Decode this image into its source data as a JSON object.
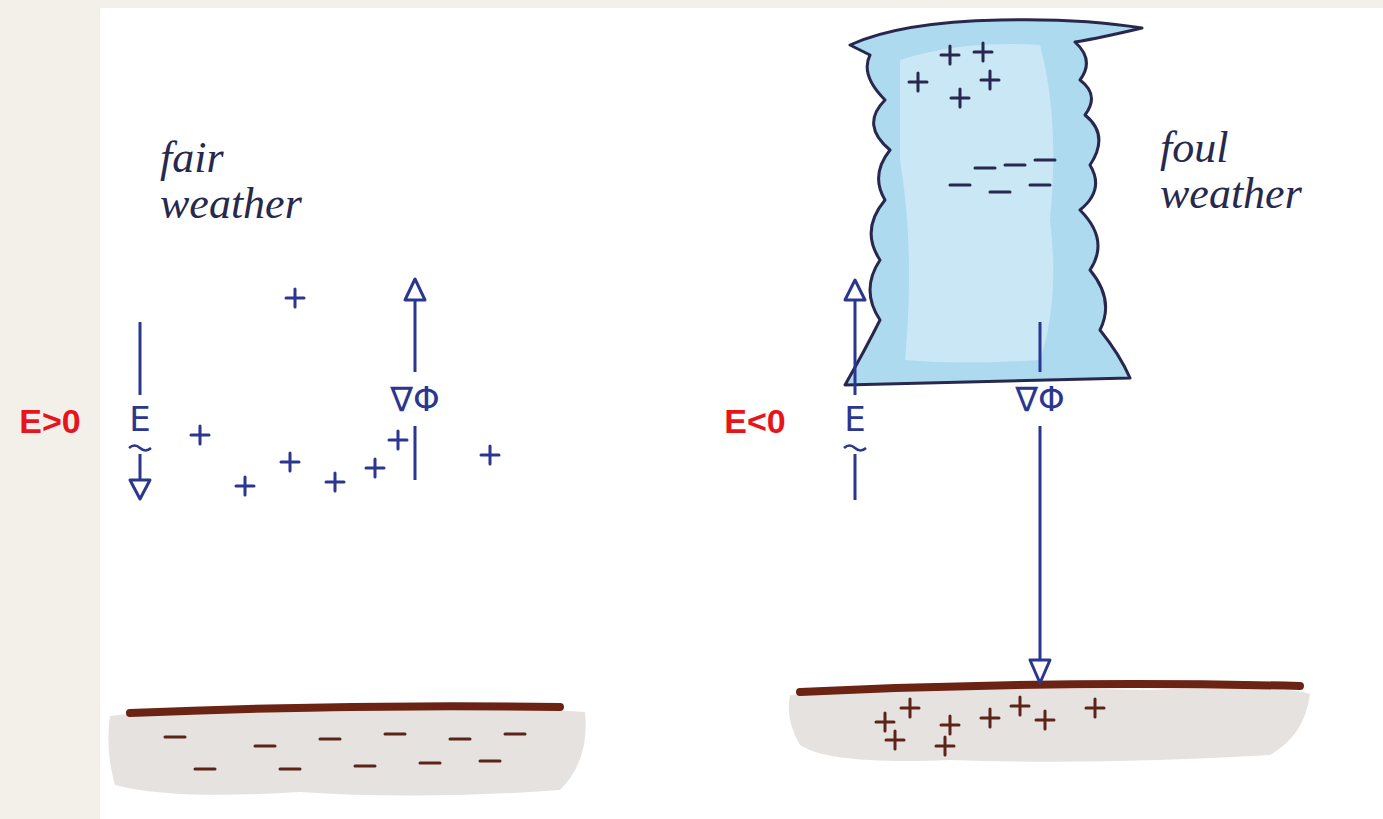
{
  "diagram": {
    "labels": [
      "fair weather",
      "E>0",
      "E",
      "∇Φ",
      "foul weather",
      "E<0",
      "E",
      "∇Φ"
    ]
  }
}
